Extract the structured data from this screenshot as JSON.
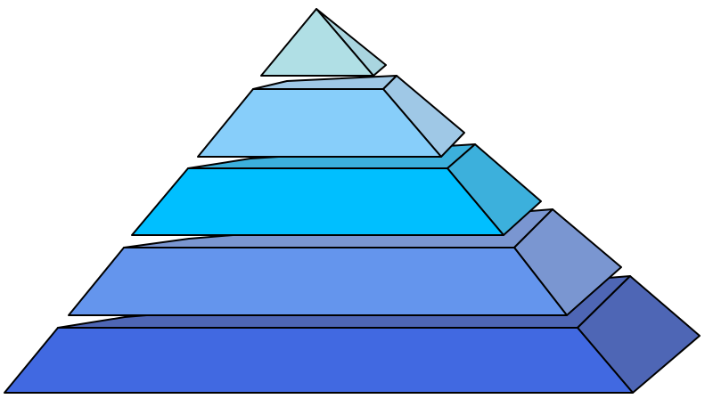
{
  "diagram": {
    "type": "pyramid",
    "tier_count": 5,
    "tiers": [
      {
        "name": "pyramid-tier-1-apex",
        "front_color": "#b0dfe5",
        "side_color": "#a9d5df",
        "ledge_color": "#a9d5df"
      },
      {
        "name": "pyramid-tier-2",
        "front_color": "#87cefa",
        "side_color": "#9fc8e6",
        "ledge_color": "#9fc8e6"
      },
      {
        "name": "pyramid-tier-3",
        "front_color": "#00bfff",
        "side_color": "#3cb0dc",
        "ledge_color": "#3cb0dc"
      },
      {
        "name": "pyramid-tier-4",
        "front_color": "#6495ed",
        "side_color": "#7a96d1",
        "ledge_color": "#7a96d1"
      },
      {
        "name": "pyramid-tier-5-base",
        "front_color": "#4169e1",
        "side_color": "#4e66b5",
        "ledge_color": "#4e66b5"
      }
    ]
  }
}
